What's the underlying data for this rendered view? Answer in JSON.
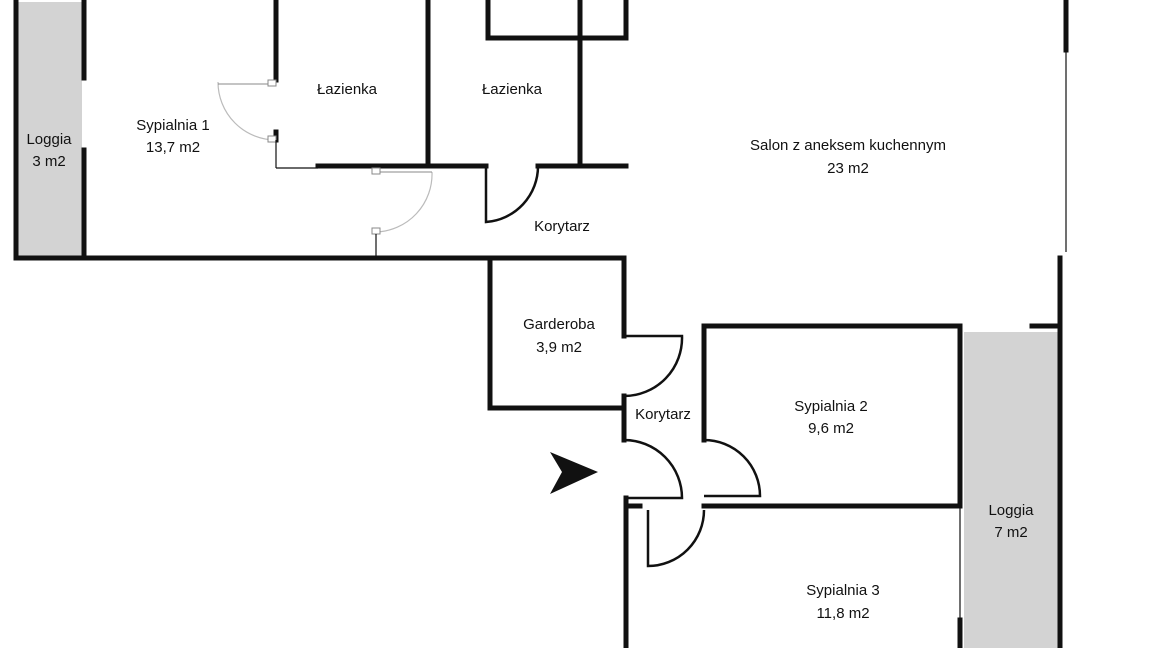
{
  "floor_plan": {
    "rooms": [
      {
        "id": "loggia-1",
        "name": "Loggia",
        "area": "3 m2"
      },
      {
        "id": "sypialnia-1",
        "name": "Sypialnia 1",
        "area": "13,7 m2"
      },
      {
        "id": "lazienka-1",
        "name": "Łazienka",
        "area": ""
      },
      {
        "id": "lazienka-2",
        "name": "Łazienka",
        "area": ""
      },
      {
        "id": "salon",
        "name": "Salon z aneksem kuchennym",
        "area": "23 m2"
      },
      {
        "id": "korytarz-1",
        "name": "Korytarz",
        "area": ""
      },
      {
        "id": "garderoba",
        "name": "Garderoba",
        "area": "3,9 m2"
      },
      {
        "id": "korytarz-2",
        "name": "Korytarz",
        "area": ""
      },
      {
        "id": "sypialnia-2",
        "name": "Sypialnia 2",
        "area": "9,6 m2"
      },
      {
        "id": "sypialnia-3",
        "name": "Sypialnia 3",
        "area": "11,8 m2"
      },
      {
        "id": "loggia-2",
        "name": "Loggia",
        "area": "7 m2"
      }
    ],
    "colors": {
      "wall": "#111111",
      "loggia_fill": "#d3d3d3",
      "background": "#ffffff"
    },
    "icons": [
      "entrance-arrow-icon"
    ]
  }
}
